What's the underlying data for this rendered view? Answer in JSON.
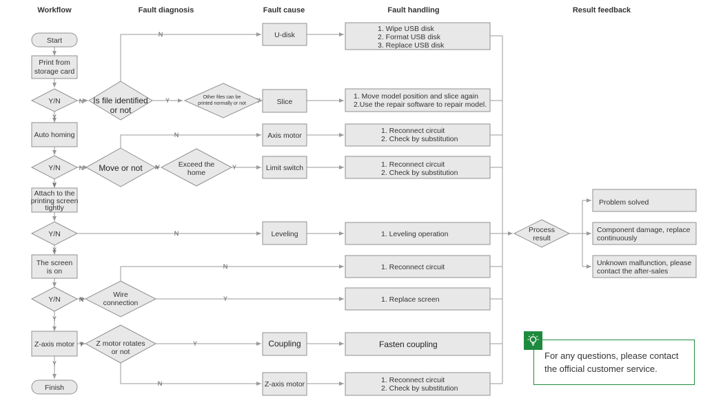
{
  "headers": {
    "workflow": "Workflow",
    "fault_diagnosis": "Fault diagnosis",
    "fault_cause": "Fault cause",
    "fault_handling": "Fault handling",
    "result_feedback": "Result  feedback"
  },
  "workflow": {
    "start": "Start",
    "print_line1": "Print  from",
    "print_line2": "storage card",
    "yn1": "Y/N",
    "yn1_yes": "Y",
    "auto_homing": "Auto homing",
    "yn2": "Y/N",
    "yn2_yes": "Y",
    "attach_line1": "Attach to the",
    "attach_line2": "printing screen",
    "attach_line3": "tightly",
    "yn3": "Y/N",
    "yn3_yes": "Y",
    "screen_line1": "The screen",
    "screen_line2": "is on",
    "yn4": "Y/N",
    "yn4_yes": "Y",
    "z_motor": "Z-axis motor",
    "z_motor_yes": "Y",
    "finish": "Finish",
    "no": "N"
  },
  "diagnosis": {
    "file_identified_line1": "Is file identified",
    "file_identified_line2": "or not",
    "other_files_line1": "Other files can be",
    "other_files_line2": "printed normally or not",
    "move_or_not": "Move or not",
    "exceed_line1": "Exceed  the",
    "exceed_line2": "home",
    "wire_line1": "Wire",
    "wire_line2": "connection",
    "z_rotates_line1": "Z motor rotates",
    "z_rotates_line2": "or not",
    "no": "N",
    "yes": "Y"
  },
  "causes": {
    "udisk": "U-disk",
    "slice": "Slice",
    "axis_motor": "Axis motor",
    "limit_switch": "Limit switch",
    "leveling": "Leveling",
    "coupling": "Coupling",
    "z_axis_motor": "Z-axis motor"
  },
  "handling": {
    "usb_1": "1. Wipe USB disk",
    "usb_2": "2. Format USB disk",
    "usb_3": "3. Replace USB disk",
    "slice_1": "1. Move model position and slice again",
    "slice_2": "2.Use the repair software to repair model.",
    "axis_1": "1. Reconnect circuit",
    "axis_2": "2. Check by substitution",
    "limit_1": "1. Reconnect circuit",
    "limit_2": "2. Check by substitution",
    "leveling_1": "1. Leveling operation",
    "reconnect_1": "1. Reconnect circuit",
    "replace_screen": "1. Replace screen",
    "fasten_coupling": "Fasten coupling",
    "zmotor_1": "1. Reconnect circuit",
    "zmotor_2": "2. Check by substitution"
  },
  "result": {
    "process_line1": "Process",
    "process_line2": "result",
    "solved": "Problem solved",
    "damage_line1": "Component damage, replace",
    "damage_line2": "continuously",
    "unknown_line1": "Unknown malfunction, please",
    "unknown_line2": "contact the after-sales"
  },
  "note": {
    "line1": "For any questions, please contact",
    "line2": "the official customer service.",
    "icon": "lightbulb-icon",
    "accent_color": "#1e8a3e"
  }
}
